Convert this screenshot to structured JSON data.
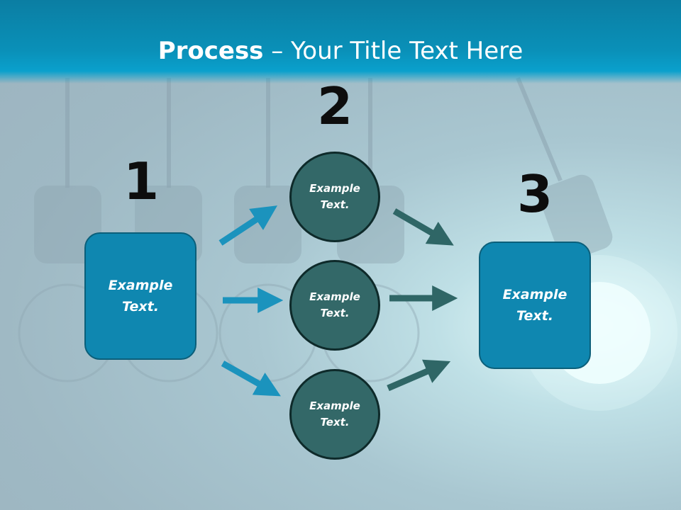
{
  "title": {
    "bold": "Process",
    "rest": " – Your Title Text Here"
  },
  "steps": {
    "one": {
      "number": "1",
      "text_line1": "Example",
      "text_line2": "Text."
    },
    "two": {
      "number": "2"
    },
    "three": {
      "number": "3",
      "text_line1": "Example",
      "text_line2": "Text."
    }
  },
  "circles": [
    {
      "text_line1": "Example",
      "text_line2": "Text."
    },
    {
      "text_line1": "Example",
      "text_line2": "Text."
    },
    {
      "text_line1": "Example",
      "text_line2": "Text."
    }
  ],
  "colors": {
    "header": "#0a90b8",
    "box_fill": "#0f87b0",
    "circle_fill": "#336868",
    "arrow_blue": "#1b93bd",
    "arrow_teal": "#2f6666"
  }
}
